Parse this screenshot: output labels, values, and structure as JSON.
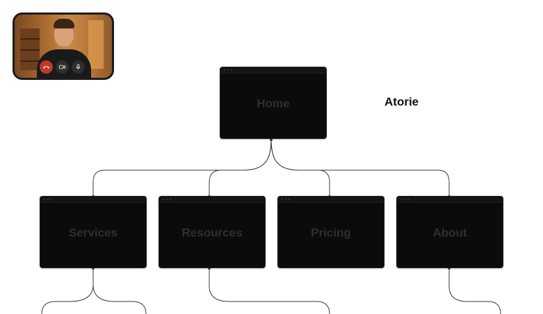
{
  "brand": "Atorie",
  "call": {
    "controls": [
      "hangup-icon",
      "camera-icon",
      "microphone-icon"
    ],
    "hangup_color": "#c0392b"
  },
  "sitemap": {
    "root": "Home",
    "children": [
      "Services",
      "Resources",
      "Pricing",
      "About"
    ]
  }
}
